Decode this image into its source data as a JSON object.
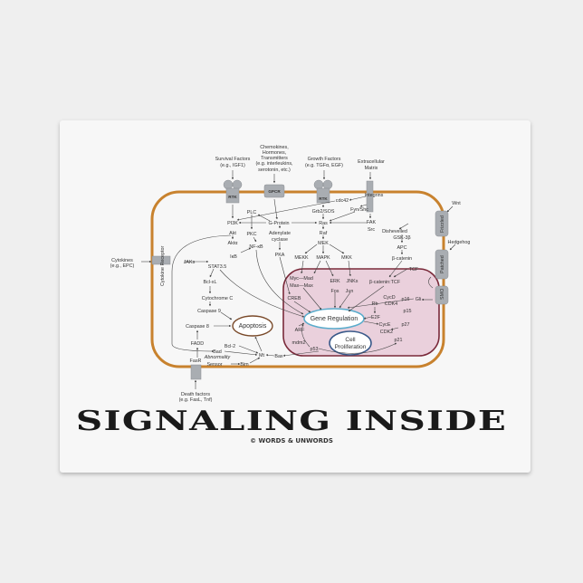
{
  "title": "SIGNALING INSIDE",
  "copyright": "© WORDS & UNWORDS",
  "colors": {
    "membrane": "#c8822e",
    "nucleus_fill": "#ead0dc",
    "nucleus_stroke": "#7a2a3a",
    "gene_regulation": "#5aaccc",
    "proliferation": "#3a5a8a",
    "apoptosis": "#7a4a2a",
    "receptor": "#a9adb2"
  },
  "labels": {
    "survival1": "Survival Factors",
    "survival2": "(e.g., IGF1)",
    "chemo1": "Chemokines,",
    "chemo2": "Hormones,",
    "chemo3": "Transmitters",
    "chemo4": "(e.g. interleukins,",
    "chemo5": "serotonin, etc.)",
    "growth1": "Growth Factors",
    "growth2": "(e.g. TGFα, EGF)",
    "ecm1": "Extracellular",
    "ecm2": "Matrix",
    "rtk": "RTK",
    "gpcr": "GPCR",
    "integrins": "Integrins",
    "cdc42": "cdc42",
    "fynshc": "Fyn/Shc",
    "grb2": "Grb2/SOS",
    "plc": "PLC",
    "pi3k": "PI3K",
    "gprotein": "G-Protein",
    "ras": "Ras",
    "fak": "FAK",
    "src": "Src",
    "akt": "Akt",
    "pkc": "PKC",
    "raf": "Raf",
    "adenylate1": "Adenylate",
    "adenylate2": "cyclase",
    "akta": "Aktα",
    "nfkb": "NF-κB",
    "ikb": "IκB",
    "pka": "PKA",
    "mek": "MEK",
    "mekk": "MEKK",
    "mapk": "MAPK",
    "mkk": "MKK",
    "dishevelled": "Dishevelled",
    "gsk": "GSK-3β",
    "apc": "APC",
    "bcatenin": "β-catenin",
    "tcf": "TCF",
    "mycmad": "Myc—Mad",
    "maxmax": "Max—Max",
    "erk": "ERK",
    "fos": "Fos",
    "jnks": "JNKs",
    "jun": "Jun",
    "bcattcf": "β-catenin:TCF",
    "creb": "CREB",
    "cycd": "CycD",
    "rb": "Rb",
    "cdk4": "CDK4",
    "p16": "p16",
    "p15": "p15",
    "generegulation": "Gene Regulation",
    "e2f": "E2F",
    "cyce": "CycE",
    "p27": "p27",
    "cdk2": "CDK2",
    "p21": "p21",
    "arf": "ARF",
    "mdm2": "mdm2",
    "p53": "p53",
    "cell": "Cell",
    "proliferation": "Proliferation",
    "bax": "Bax",
    "gli": "Gli",
    "cytokines1": "Cytokines",
    "cytokines2": "(e.g., EPC)",
    "cytokinereceptor": "Cytokine Receptor",
    "jaks": "JAKs",
    "stat": "STAT3.5",
    "bclxl": "Bcl-xL",
    "cytochrome": "Cytochrome C",
    "caspase9": "Caspase 9",
    "caspase8": "Caspase 8",
    "apoptosis": "Apoptosis",
    "fadd": "FADD",
    "bcl2": "Bcl-2",
    "bad": "Bad",
    "mt": "Mt",
    "abnormality": "Abnormality",
    "sensor": "Sensor",
    "bim": "Bim",
    "fasr": "FasR",
    "death1": "Death factors",
    "death2": "(e.g. FasL, Tnf)",
    "wnt": "Wnt",
    "frizzled": "Frizzled",
    "hedgehog": "Hedgehog",
    "patched": "Patched",
    "smo": "SMO"
  }
}
